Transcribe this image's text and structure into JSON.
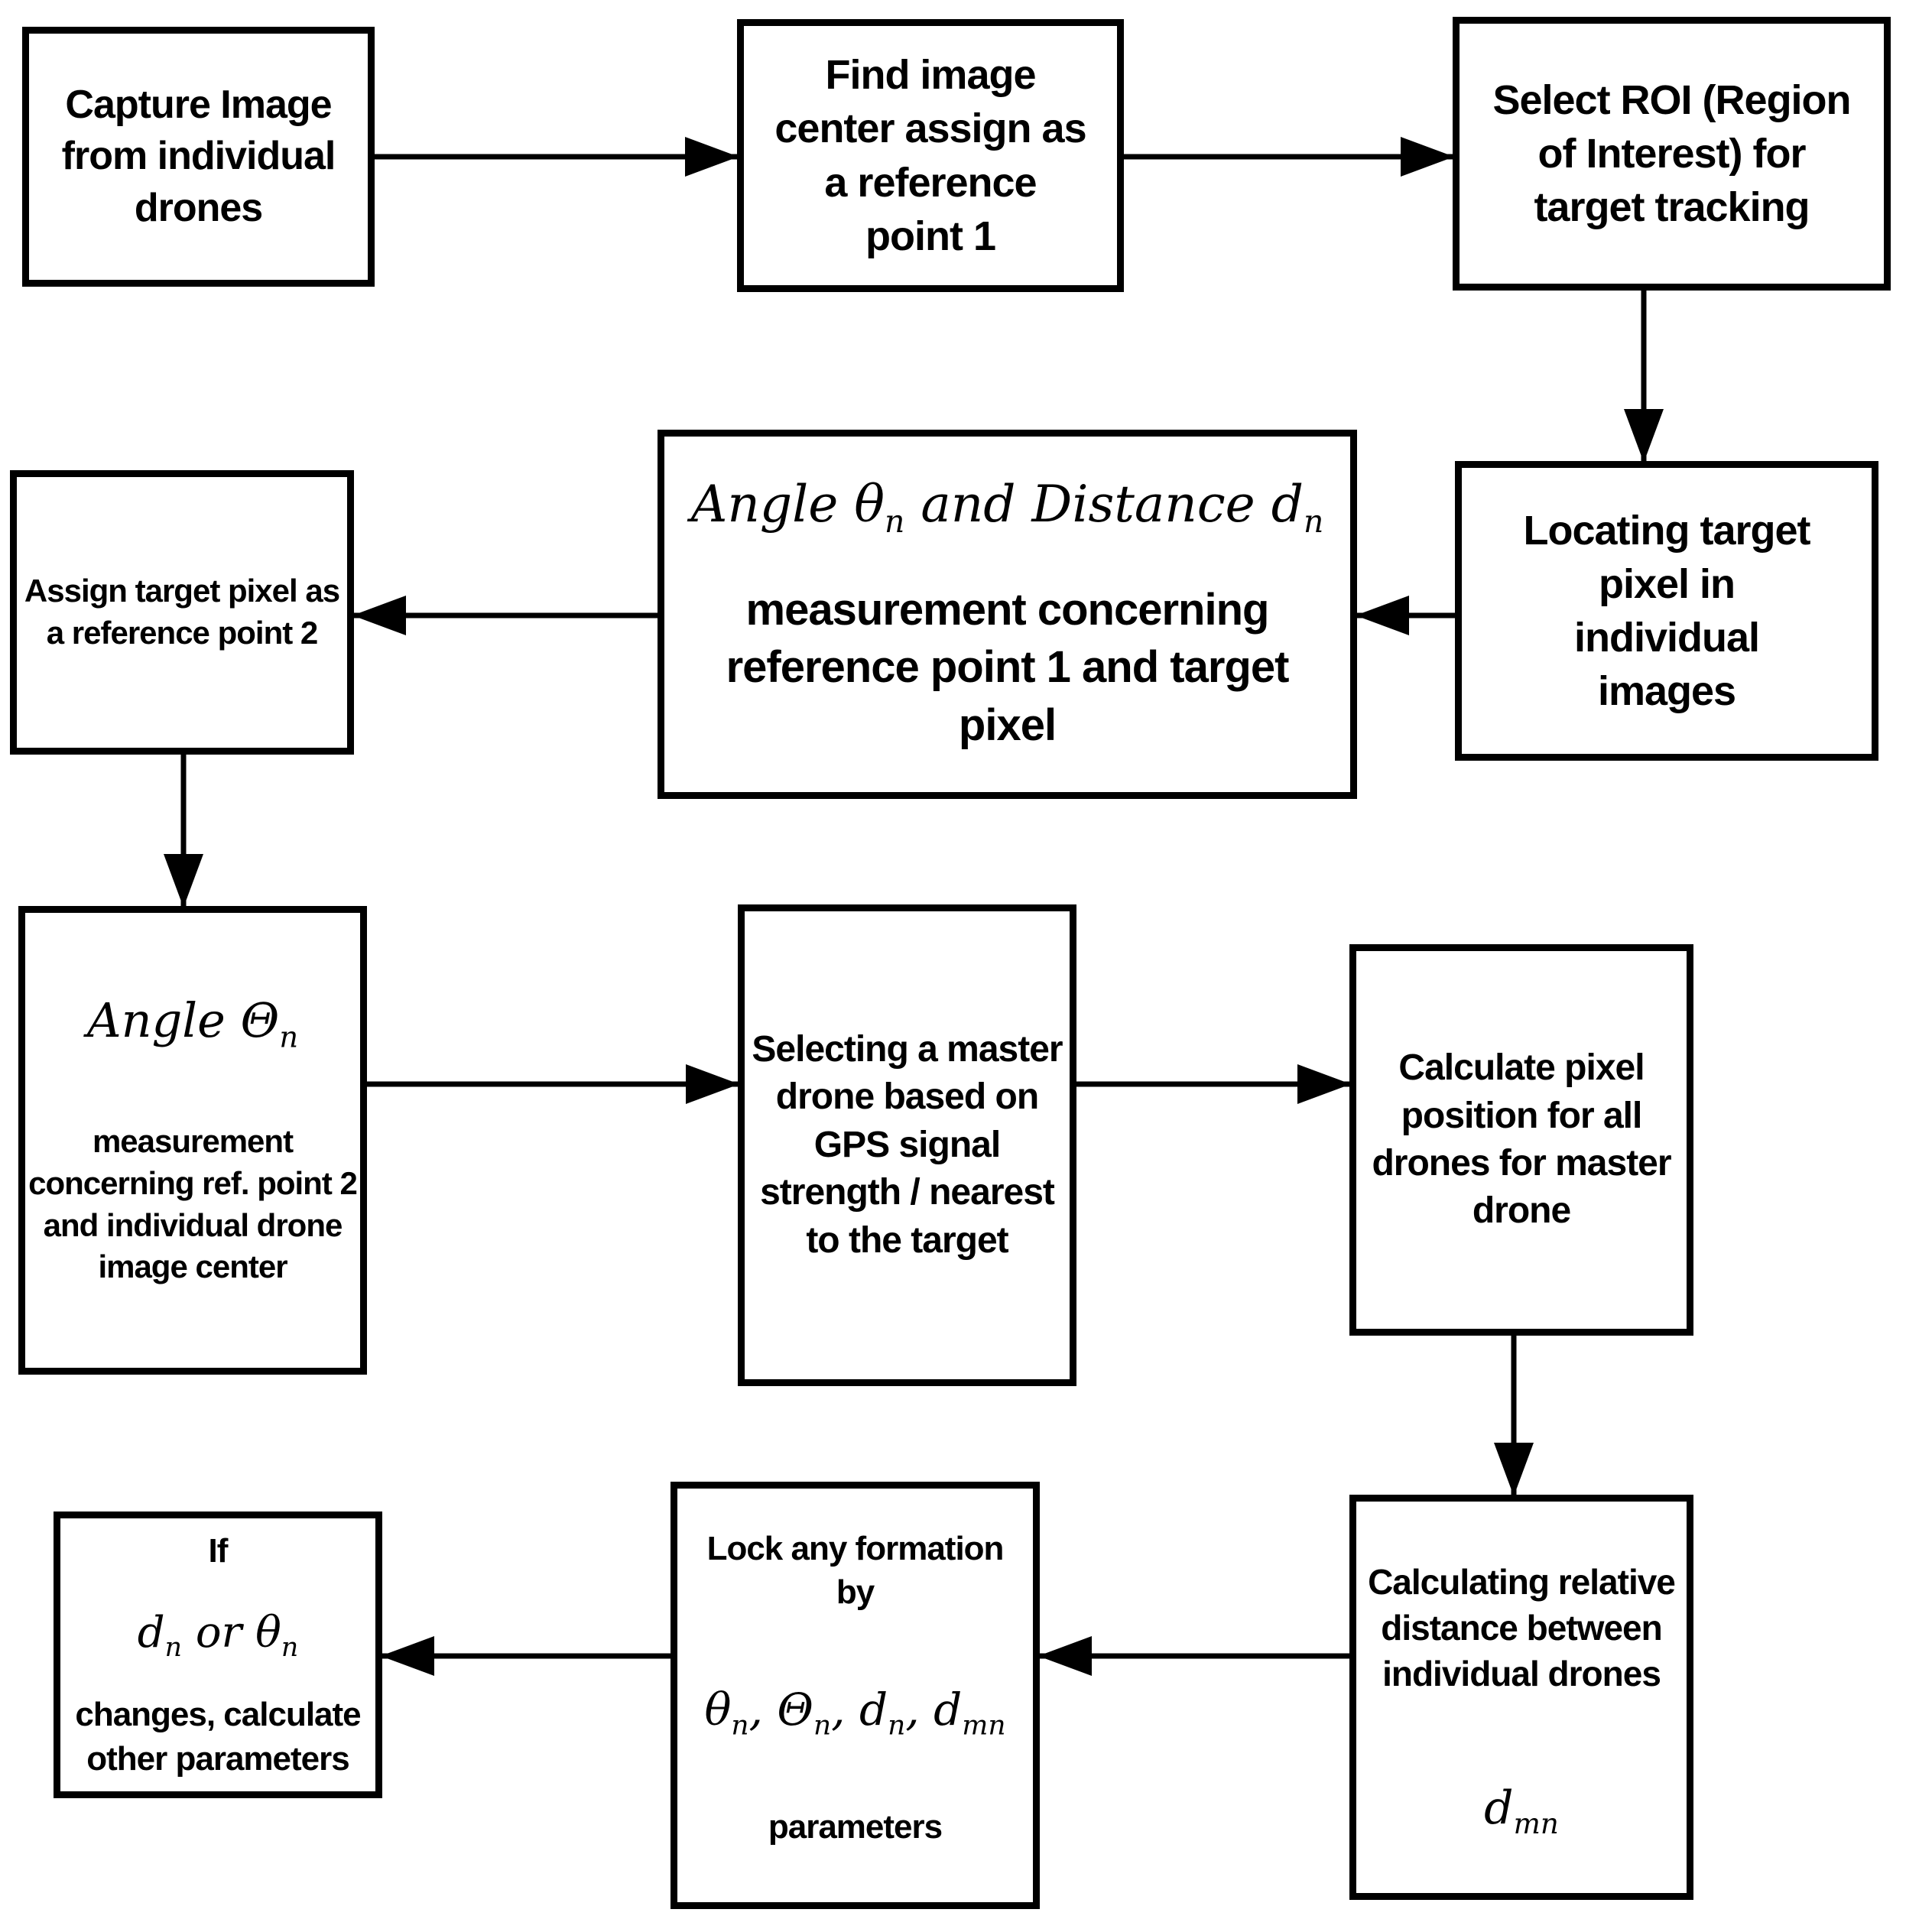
{
  "diagram": {
    "type": "flowchart",
    "background": "#ffffff",
    "colors": {
      "box_border": "#000000",
      "text": "#000000",
      "arrow": "#000000"
    },
    "nodes": {
      "capture": {
        "text": "Capture Image\nfrom individual\ndrones"
      },
      "find_center": {
        "text": "Find image\ncenter assign as\na reference\npoint 1"
      },
      "select_roi": {
        "text": "Select ROI (Region\nof Interest) for\ntarget tracking"
      },
      "locate_pixel": {
        "text": "Locating target\npixel in\nindividual\nimages"
      },
      "angle_distance": {
        "math": [
          "Angle θ",
          "n",
          " and Distance d",
          "n"
        ],
        "text": "measurement concerning\nreference point 1 and target\npixel"
      },
      "assign_ref2": {
        "text": "Assign target pixel as\na reference point 2"
      },
      "angle_theta": {
        "math": [
          "Angle Θ",
          "n"
        ],
        "text": "measurement\nconcerning ref. point 2\nand individual drone\nimage center"
      },
      "select_master": {
        "text": "Selecting a master\ndrone based on\nGPS signal\nstrength / nearest\nto the target"
      },
      "pixel_position": {
        "text": "Calculate pixel\nposition for all\ndrones for master\ndrone"
      },
      "relative_distance": {
        "text": "Calculating relative\ndistance between\nindividual drones",
        "math": [
          "d",
          "mn"
        ]
      },
      "lock_formation": {
        "text_top": "Lock any formation by",
        "math": [
          "θ",
          "n",
          ", Θ",
          "n",
          ", d",
          "n",
          ", d",
          "mn"
        ],
        "text_bottom": "parameters"
      },
      "if_change": {
        "text_top": "If",
        "math": [
          "d",
          "n",
          " or θ",
          "n"
        ],
        "text_bottom": "changes, calculate\nother parameters"
      }
    },
    "edges": [
      {
        "from": "capture",
        "to": "find_center"
      },
      {
        "from": "find_center",
        "to": "select_roi"
      },
      {
        "from": "select_roi",
        "to": "locate_pixel"
      },
      {
        "from": "locate_pixel",
        "to": "angle_distance"
      },
      {
        "from": "angle_distance",
        "to": "assign_ref2"
      },
      {
        "from": "assign_ref2",
        "to": "angle_theta"
      },
      {
        "from": "angle_theta",
        "to": "select_master"
      },
      {
        "from": "select_master",
        "to": "pixel_position"
      },
      {
        "from": "pixel_position",
        "to": "relative_distance"
      },
      {
        "from": "relative_distance",
        "to": "lock_formation"
      },
      {
        "from": "lock_formation",
        "to": "if_change"
      }
    ]
  }
}
